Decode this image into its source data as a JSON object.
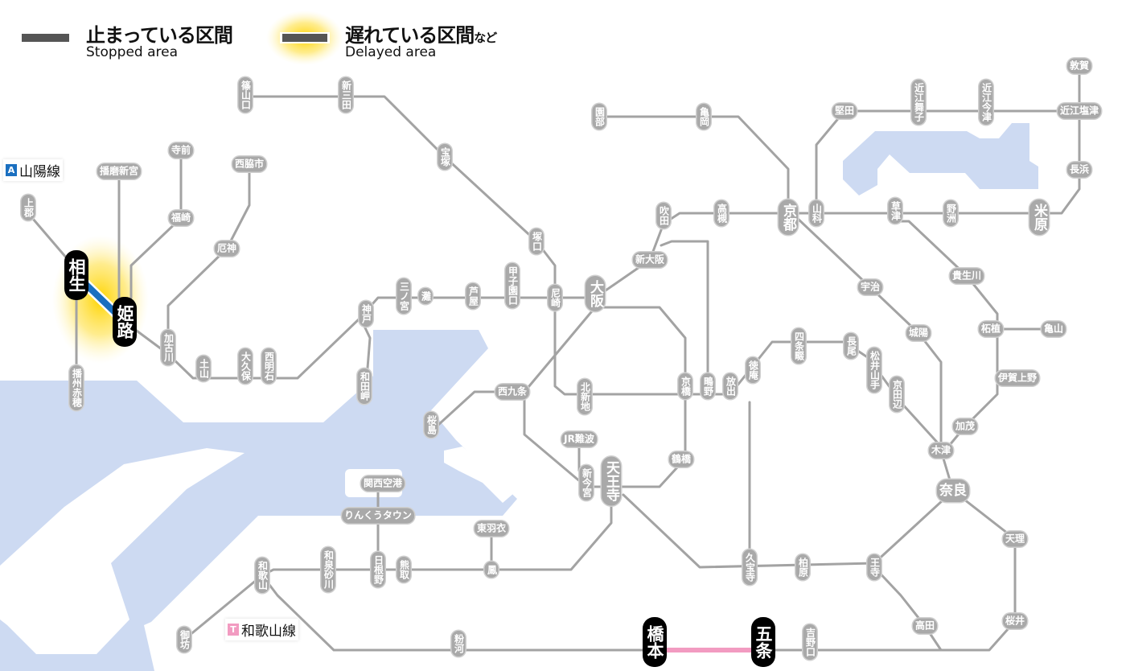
{
  "legend": {
    "stopped_ja": "止まっている区間",
    "stopped_en": "Stopped area",
    "delayed_ja": "遅れている区間",
    "delayed_suffix": "など",
    "delayed_en": "Delayed area"
  },
  "lines": {
    "sanyo": {
      "badge": "A",
      "name": "山陽線",
      "color": "#1a6fc0"
    },
    "wakayama": {
      "badge": "T",
      "name": "和歌山線",
      "color": "#f29bc1"
    }
  },
  "status": {
    "stopped_sections": [
      [
        "橋本",
        "五条"
      ]
    ],
    "delayed_sections": [
      [
        "相生",
        "姫路"
      ]
    ]
  },
  "colors": {
    "stopped": "#555555",
    "delay_glow": "#ffd700",
    "water": "#cddaf2",
    "track": "#a3a3a3"
  },
  "stations": {
    "sasayamaguchi": "篠山口",
    "shinsanda": "新三田",
    "takarazuka": "宝塚",
    "tsukaguchi": "塚口",
    "amagasaki": "尼崎",
    "koshienguchi": "甲子園口",
    "ashiya": "芦屋",
    "nada": "灘",
    "sannomiya": "三ノ宮",
    "kobe": "神戸",
    "wadamisaki": "和田岬",
    "nishiakashi": "西明石",
    "okubo": "大久保",
    "tsuchiyama": "土山",
    "kakogawa": "加古川",
    "yakujin": "厄神",
    "nishiwakishi": "西脇市",
    "teramae": "寺前",
    "fukusaki": "福崎",
    "harimashingu": "播磨新宮",
    "kamigori": "上郡",
    "aioi": "相生",
    "himeji": "姫路",
    "banshuako": "播州赤穂",
    "osaka": "大阪",
    "shinosaka": "新大阪",
    "suita": "吹田",
    "takatsuki": "高槻",
    "kyoto": "京都",
    "yamashina": "山科",
    "sonobe": "園部",
    "kameoka": "亀岡",
    "katata": "堅田",
    "omimaiko": "近江舞子",
    "omiimazu": "近江今津",
    "omishiotsu": "近江塩津",
    "tsuruga": "敦賀",
    "nagahama": "長浜",
    "maibara": "米原",
    "yasu": "野洲",
    "kusatsu": "草津",
    "kibukawa": "貴生川",
    "tsuge": "柘植",
    "kameyama": "亀山",
    "igaueno": "伊賀上野",
    "kamo": "加茂",
    "kizu": "木津",
    "nara": "奈良",
    "tenri": "天理",
    "sakurai": "桜井",
    "takada": "高田",
    "oji": "王寺",
    "kashiwara": "柏原",
    "kyuhoji": "久宝寺",
    "hanaten": "放出",
    "shigino": "鴫野",
    "kyobashi": "京橋",
    "tokuan": "徳庵",
    "shijonawate": "四条畷",
    "nagao": "長尾",
    "matsuiyamate": "松井山手",
    "kyotanabe": "京田辺",
    "joyo": "城陽",
    "uji": "宇治",
    "kitashinchi": "北新地",
    "nishikujo": "西九条",
    "sakurajima": "桜島",
    "jrnamba": "JR難波",
    "shinimamiya": "新今宮",
    "tennoji": "天王寺",
    "tsuruhashi": "鶴橋",
    "kansaiairport": "関西空港",
    "rinkutown": "りんくうタウン",
    "higashihagoromo": "東羽衣",
    "otori": "鳳",
    "kumatori": "熊取",
    "hineno": "日根野",
    "izumisunagawa": "和泉砂川",
    "wakayama": "和歌山",
    "gobo": "御坊",
    "kokawa": "粉河",
    "hashimoto": "橋本",
    "gojo": "五条",
    "yoshinoguchi": "吉野口"
  }
}
